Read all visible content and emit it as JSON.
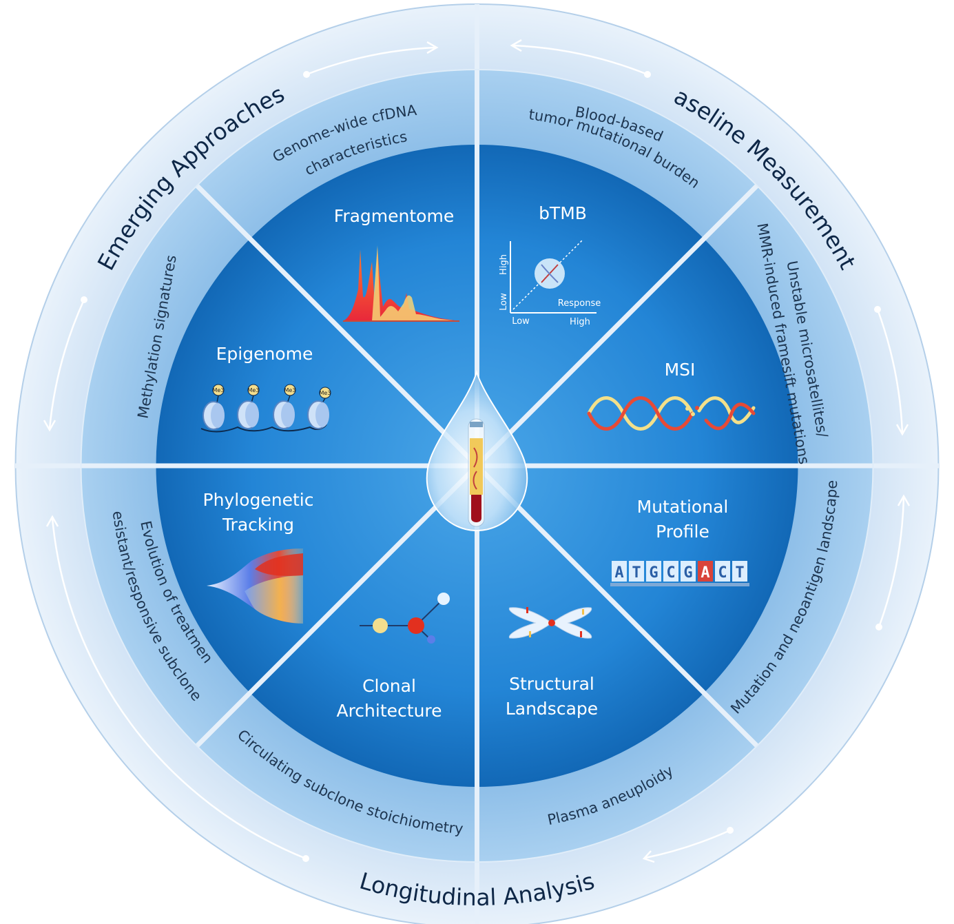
{
  "outer_ring": {
    "emerging": "Emerging Approaches",
    "baseline": "Baseline Measurements",
    "longitudinal": "Longitudinal Analysis"
  },
  "middle_ring": {
    "genome_wide": [
      "Genome-wide cfDNA",
      "characteristics"
    ],
    "btmb_full": [
      "Blood-based",
      "tumor mutational burden"
    ],
    "msi_full": [
      "Unstable microsatellites/",
      "MMR-induced framesift mutations"
    ],
    "mutation_landscape": "Mutation and neoantigen landscape",
    "plasma_aneuploidy": "Plasma aneuploidy",
    "subclone_stoichiometry": "Circulating subclone stoichiometry",
    "evolution": [
      "Evolution of treatment",
      "resistant/responsive subclones"
    ],
    "methylation": "Methylation signatures"
  },
  "segments": {
    "fragmentome": "Fragmentome",
    "btmb": "bTMB",
    "msi": "MSI",
    "mutational_profile": [
      "Mutational",
      "Profile"
    ],
    "structural": [
      "Structural",
      "Landscape"
    ],
    "clonal": [
      "Clonal",
      "Architecture"
    ],
    "phylogenetic": [
      "Phylogenetic",
      "Tracking"
    ],
    "epigenome": "Epigenome"
  },
  "btmb_plot": {
    "y_high": "High",
    "y_low": "Low",
    "x_low": "Low",
    "x_high": "High",
    "response": "Response"
  },
  "epigenome_mark": "Me3",
  "sequence": [
    "A",
    "T",
    "G",
    "C",
    "G",
    "A",
    "C",
    "T"
  ],
  "colors": {
    "outer_ring": "#d3e5f6",
    "middle_ring": "#8dbfe7",
    "inner_disk": "#2a8ad8",
    "highlight_base": "#d9443a"
  }
}
